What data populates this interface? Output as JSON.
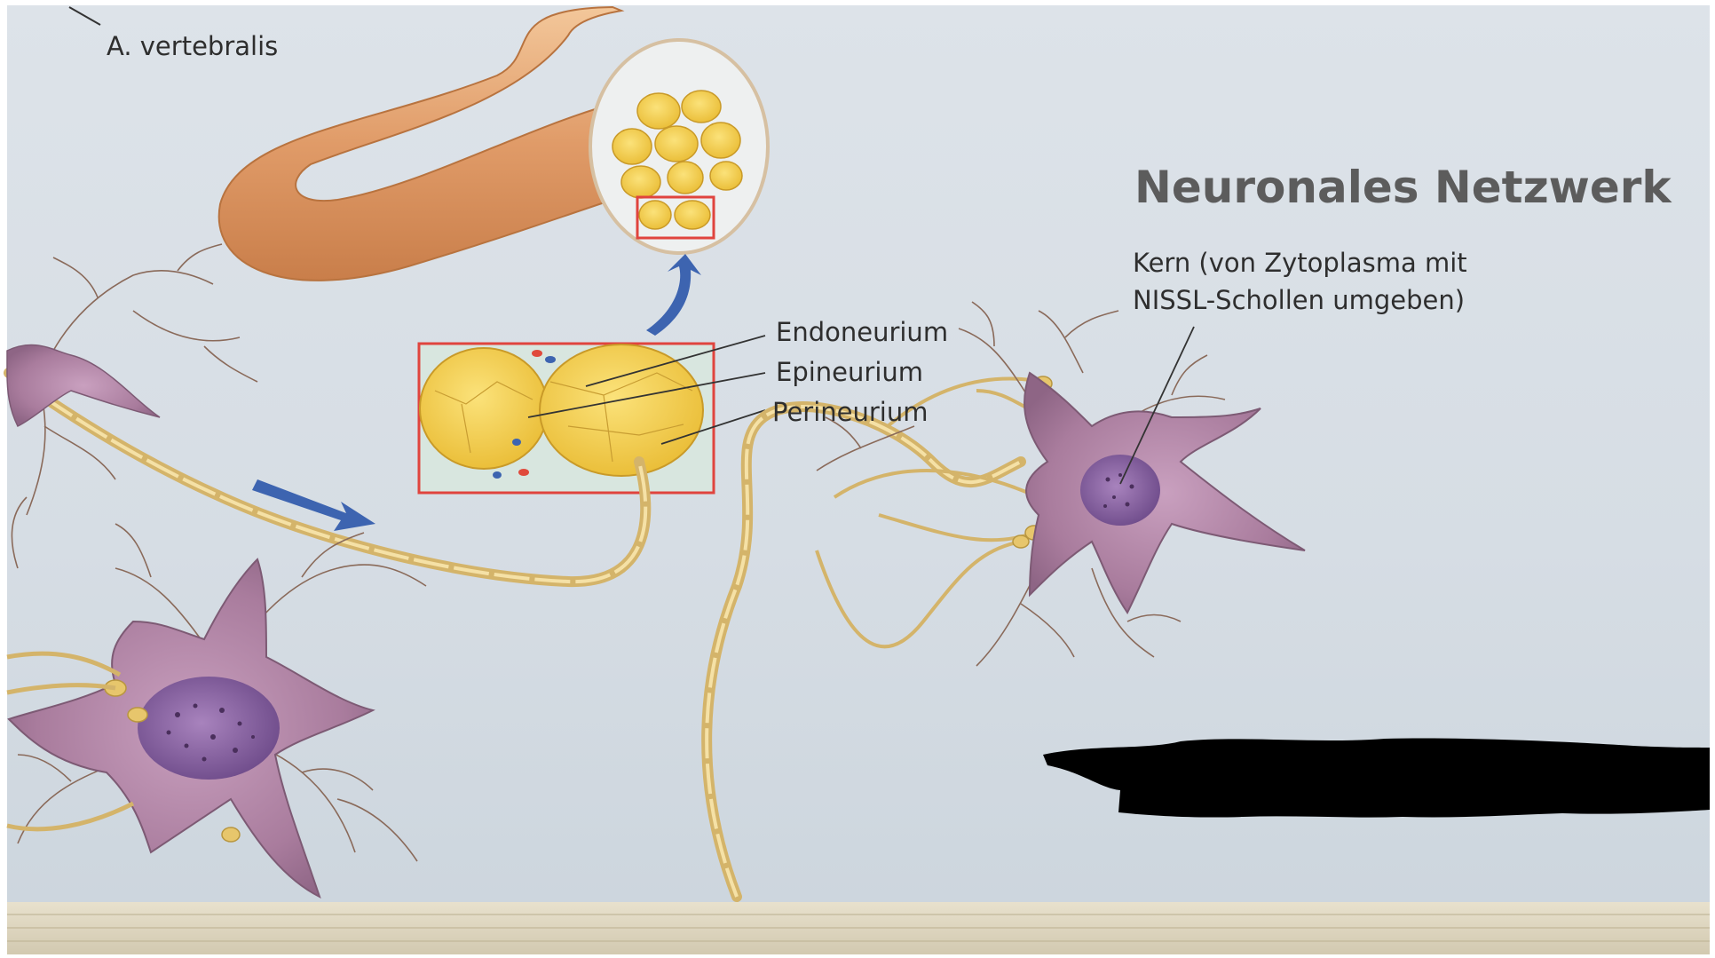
{
  "diagram": {
    "title": "Neuronales Netzwerk",
    "labels": {
      "vertebralis": "A. vertebralis",
      "endoneurium": "Endoneurium",
      "epineurium": "Epineurium",
      "perineurium": "Perineurium",
      "kern_line1": "Kern (von Zytoplasma mit",
      "kern_line2": "NISSL-Schollen umgeben)"
    },
    "colors": {
      "background": "#d9e0e6",
      "axon": "#d4b46a",
      "neuron": "#b48aa6",
      "nucleus": "#8a63a0",
      "fascicle": "#f0cc45",
      "nerve_sheath": "#e0a070",
      "inset_frame": "#e0443e",
      "arrow": "#3d64b0",
      "redaction": "#000000"
    }
  }
}
